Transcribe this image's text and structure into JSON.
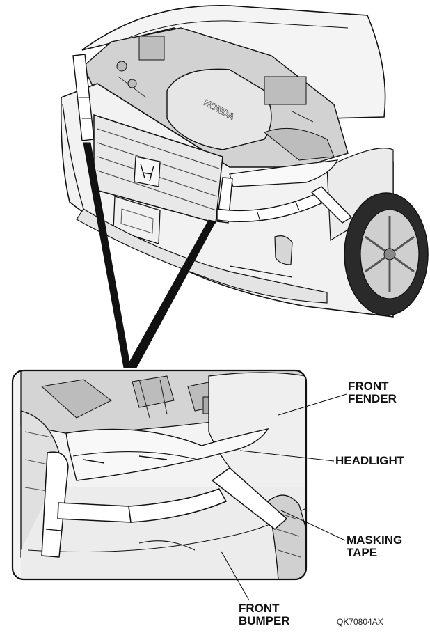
{
  "labels": {
    "front_fender": [
      "FRONT",
      "FENDER"
    ],
    "headlight": "HEADLIGHT",
    "masking_tape": [
      "MASKING",
      "TAPE"
    ],
    "front_bumper": [
      "FRONT",
      "BUMPER"
    ]
  },
  "figure_code": "QK70804AX",
  "badge_text": "HONDA",
  "colors": {
    "line": "#111111",
    "body": "#f2f2f2",
    "body_shade": "#d9d9d9",
    "engine": "#c9c9c9",
    "tape": "#ffffff"
  }
}
